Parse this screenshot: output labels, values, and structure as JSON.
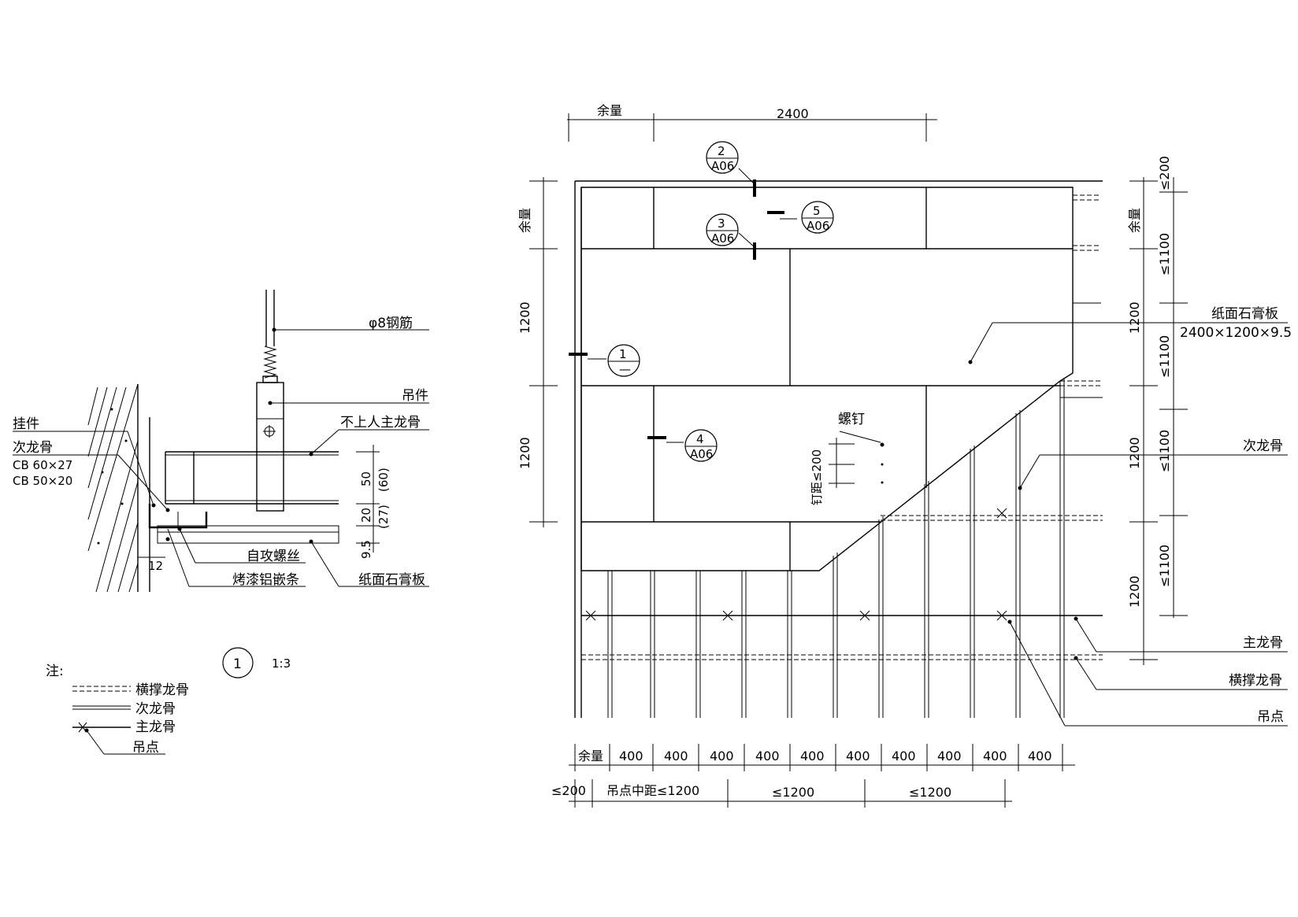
{
  "detail": {
    "rebar": "φ8钢筋",
    "hanger": "吊件",
    "main_keel": "不上人主龙骨",
    "pendant": "挂件",
    "secondary_keel": "次龙骨",
    "cb1": "CB 60×27",
    "cb2": "CB 50×20",
    "screw": "自攻螺丝",
    "strip": "烤漆铝嵌条",
    "board": "纸面石膏板",
    "d50": "50",
    "d60": "(60)",
    "d20": "20",
    "d27": "(27)",
    "d95": "9.5",
    "d12": "12",
    "ref_no": "1",
    "scale": "1:3"
  },
  "legend": {
    "title": "注:",
    "items": [
      "横撑龙骨",
      "次龙骨",
      "主龙骨",
      "吊点"
    ]
  },
  "plan": {
    "top_dims": [
      "余量",
      "2400"
    ],
    "left_dims": [
      "余量",
      "1200",
      "1200"
    ],
    "right_dims": [
      "≤200",
      "余量",
      "≤1100",
      "1200",
      "≤1100",
      "1200",
      "≤1100",
      "≤1100",
      "1200"
    ],
    "bottom_dims": [
      "余量",
      "400",
      "400",
      "400",
      "400",
      "400",
      "400",
      "400",
      "400",
      "400",
      "400"
    ],
    "bottom_dims2": [
      "≤200",
      "吊点中距≤1200",
      "≤1200",
      "≤1200"
    ],
    "screw_label": "螺钉",
    "screw_spacing": "钉距≤200",
    "labels": {
      "board": "纸面石膏板",
      "board_size": "2400×1200×9.5",
      "secondary": "次龙骨",
      "main": "主龙骨",
      "cross": "横撑龙骨",
      "hang_point": "吊点"
    },
    "callouts": [
      {
        "num": "2",
        "sheet": "A06"
      },
      {
        "num": "3",
        "sheet": "A06"
      },
      {
        "num": "5",
        "sheet": "A06"
      },
      {
        "num": "1",
        "sheet": "—"
      },
      {
        "num": "4",
        "sheet": "A06"
      }
    ]
  }
}
